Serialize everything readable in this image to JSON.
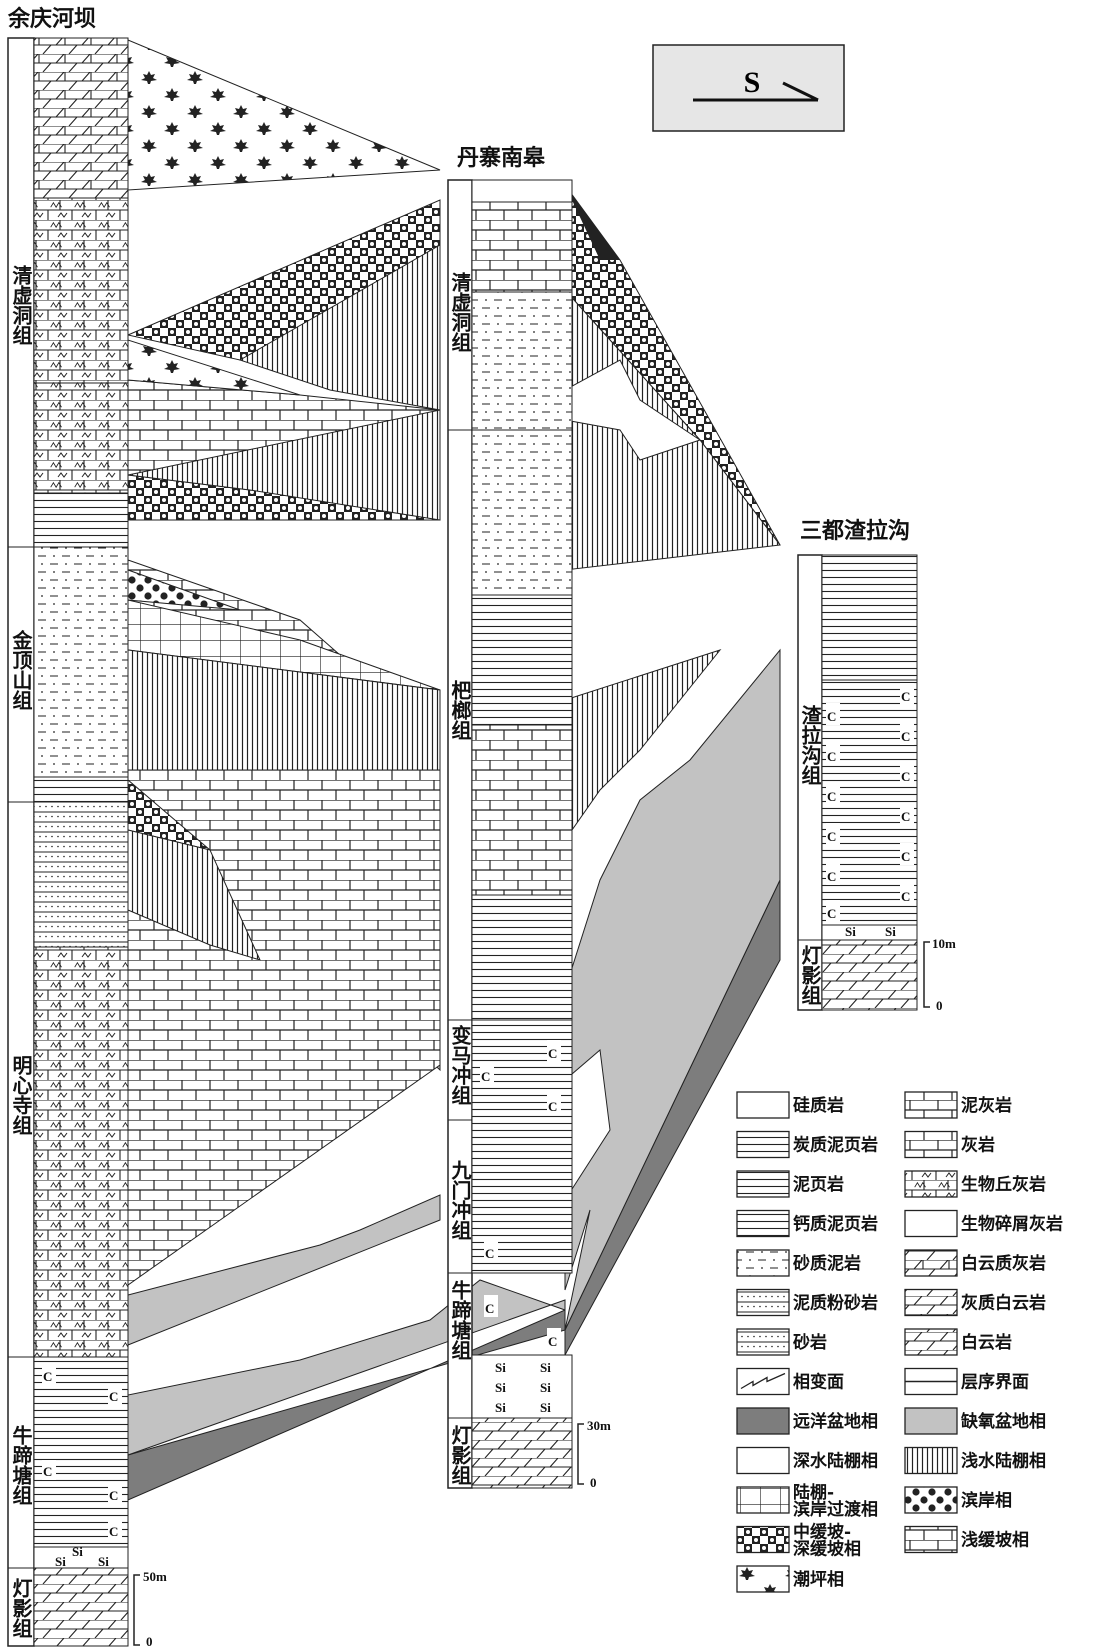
{
  "direction": {
    "label": "S"
  },
  "sections": [
    {
      "title": "余庆河坝",
      "formations": [
        "清虚洞组",
        "金顶山组",
        "明心寺组",
        "牛蹄塘组",
        "灯影组"
      ],
      "scale": {
        "top": "50m",
        "bottom": "0"
      }
    },
    {
      "title": "丹寨南皋",
      "formations": [
        "清虚洞组",
        "杷榔组",
        "变马冲组",
        "九门冲组",
        "牛蹄塘组",
        "灯影组"
      ],
      "scale": {
        "top": "30m",
        "bottom": "0"
      }
    },
    {
      "title": "三都渣拉沟",
      "formations": [
        "渣拉沟组",
        "灯影组"
      ],
      "scale": {
        "top": "10m",
        "bottom": "0"
      }
    }
  ],
  "lithology_symbols": {
    "carbon": "C",
    "silica": "Si"
  },
  "legend": [
    {
      "label": "硅质岩",
      "pattern": "siliceous"
    },
    {
      "label": "泥灰岩",
      "pattern": "marl"
    },
    {
      "label": "炭质泥页岩",
      "pattern": "carb-shale"
    },
    {
      "label": "灰岩",
      "pattern": "limestone"
    },
    {
      "label": "泥页岩",
      "pattern": "shale"
    },
    {
      "label": "生物丘灰岩",
      "pattern": "bioherm"
    },
    {
      "label": "钙质泥页岩",
      "pattern": "calc-shale"
    },
    {
      "label": "生物碎屑灰岩",
      "pattern": "bioclastic"
    },
    {
      "label": "砂质泥岩",
      "pattern": "sandy-mud"
    },
    {
      "label": "白云质灰岩",
      "pattern": "dolo-lime"
    },
    {
      "label": "泥质粉砂岩",
      "pattern": "silt"
    },
    {
      "label": "灰质白云岩",
      "pattern": "lime-dolo"
    },
    {
      "label": "砂岩",
      "pattern": "sandstone"
    },
    {
      "label": "白云岩",
      "pattern": "dolomite"
    },
    {
      "label": "相变面",
      "pattern": "facies-change"
    },
    {
      "label": "层序界面",
      "pattern": "seq-boundary"
    },
    {
      "label": "远洋盆地相",
      "pattern": "pelagic",
      "color": "#7d7d7d"
    },
    {
      "label": "缺氧盆地相",
      "pattern": "anoxic",
      "color": "#c2c2c2"
    },
    {
      "label": "深水陆棚相",
      "pattern": "deep-shelf",
      "color": "#ffffff"
    },
    {
      "label": "浅水陆棚相",
      "pattern": "shallow-shelf"
    },
    {
      "label": "陆棚-滨岸过渡相",
      "pattern": "transition"
    },
    {
      "label": "滨岸相",
      "pattern": "shore"
    },
    {
      "label": "中缓坡-深缓坡相",
      "pattern": "mid-ramp"
    },
    {
      "label": "浅缓坡相",
      "pattern": "shallow-ramp"
    },
    {
      "label": "潮坪相",
      "pattern": "tidal"
    }
  ]
}
